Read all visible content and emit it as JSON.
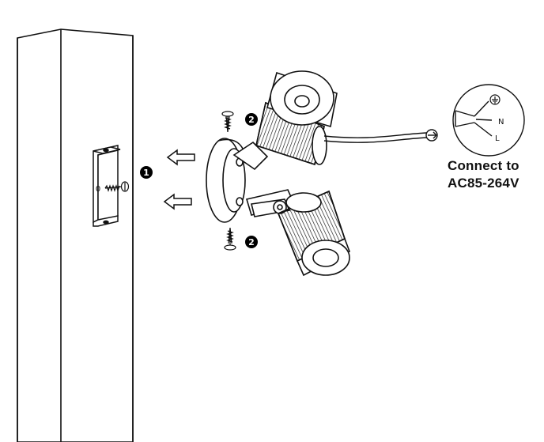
{
  "colors": {
    "line": "#111111",
    "background": "#ffffff",
    "badge": "#000000",
    "badge_text": "#ffffff"
  },
  "steps": {
    "step1": "1",
    "step2": "2"
  },
  "bracket": {
    "mark": "0"
  },
  "wiring": {
    "earth_symbol": "⏚",
    "neutral": "N",
    "live": "L",
    "caption_line1": "Connect to",
    "caption_line2": "AC85-264V"
  },
  "icons": [
    "arrow-left-icon",
    "screw-icon",
    "ground-icon"
  ]
}
